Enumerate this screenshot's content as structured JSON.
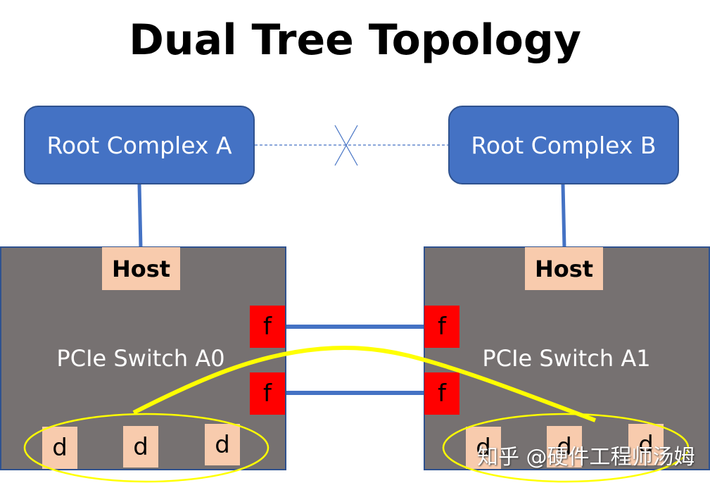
{
  "title": "Dual Tree Topology",
  "root_complexes": [
    {
      "id": "A",
      "label": "Root Complex A"
    },
    {
      "id": "B",
      "label": "Root Complex B"
    }
  ],
  "root_link": {
    "style": "dashed",
    "status": "blocked",
    "marker": "x-icon"
  },
  "switches": [
    {
      "id": "A0",
      "label": "PCIe Switch A0",
      "host_label": "Host",
      "ports": [
        "f",
        "f"
      ],
      "devices": [
        "d",
        "d",
        "d"
      ]
    },
    {
      "id": "A1",
      "label": "PCIe Switch A1",
      "host_label": "Host",
      "ports": [
        "f",
        "f"
      ],
      "devices": [
        "d",
        "d",
        "d"
      ]
    }
  ],
  "colors": {
    "root_complex": "#4472c4",
    "link": "#4472c4",
    "switch": "#767171",
    "host": "#f8cbad",
    "fabric_port": "#ff0000",
    "device": "#f8cbad",
    "highlight": "#ffff00"
  },
  "watermark": "知乎 @硬件工程师汤姆"
}
